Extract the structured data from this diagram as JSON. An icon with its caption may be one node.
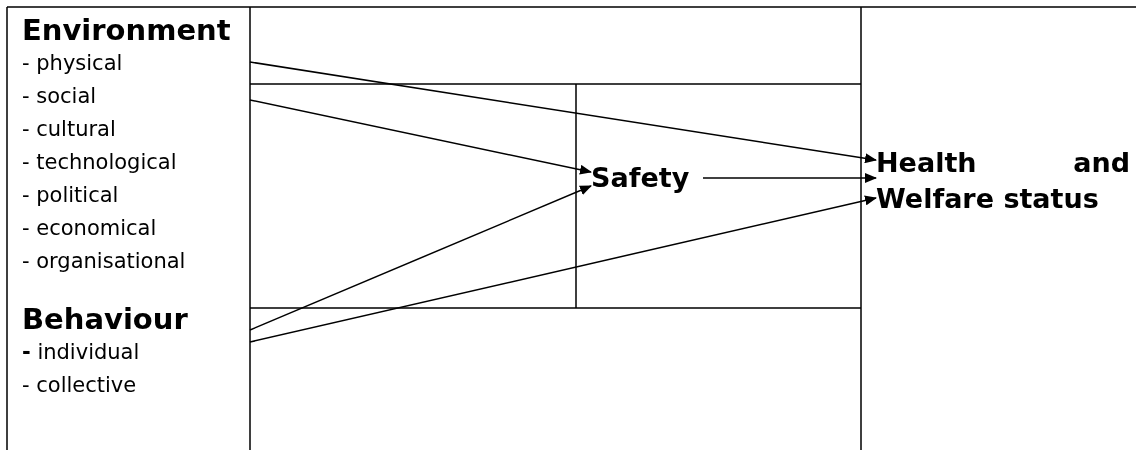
{
  "diagram": {
    "nodes": [
      {
        "text": [
          "Environment",
          "- physical",
          "- social",
          "- cultural",
          "- technological",
          "- political",
          "- economical",
          "- organisational"
        ]
      },
      {
        "text": [
          "Behaviour",
          "**-** individual",
          "- collective"
        ]
      },
      {
        "text": [
          "Safety"
        ]
      },
      {
        "text": [
          "Health and Welfare status"
        ]
      }
    ],
    "edges": [
      {
        "from": 0,
        "to": 3,
        "arrow": "to"
      },
      {
        "from": 0,
        "to": 2,
        "arrow": "to"
      },
      {
        "from": 1,
        "to": 2,
        "arrow": "to"
      },
      {
        "from": 1,
        "to": 3,
        "arrow": "to"
      },
      {
        "from": 2,
        "to": 3,
        "arrow": "to"
      }
    ]
  }
}
